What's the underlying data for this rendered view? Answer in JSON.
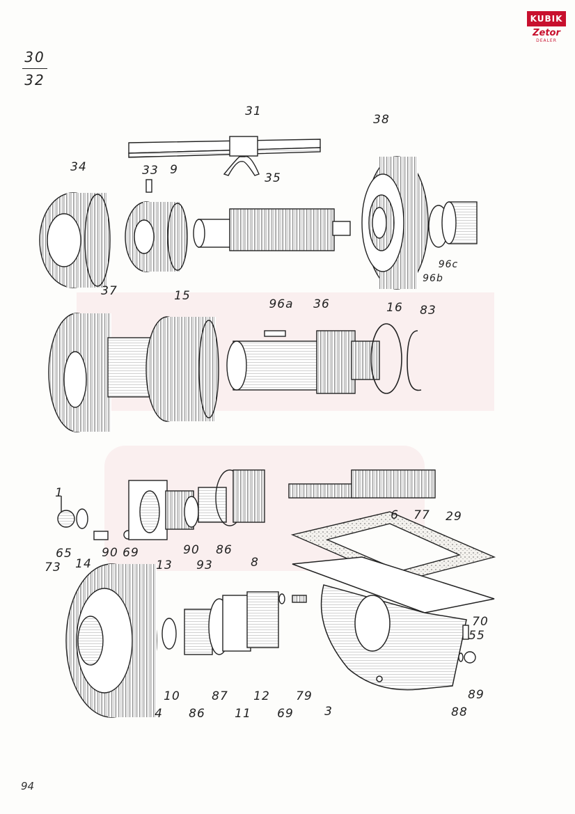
{
  "page": {
    "fraction_top": "30",
    "fraction_bottom": "32",
    "page_number": "94"
  },
  "logo": {
    "top": "KUBIK",
    "brand": "Zetor",
    "sub": "DEALER"
  },
  "labels": {
    "l31": "31",
    "l38": "38",
    "l34": "34",
    "l33": "33",
    "l9": "9",
    "l35": "35",
    "l96c": "96c",
    "l96b": "96b",
    "l37": "37",
    "l15a": "15",
    "l96a": "96a",
    "l36": "36",
    "l16": "16",
    "l83": "83",
    "l1": "1",
    "l65": "65",
    "l14": "14",
    "l90a": "90",
    "l69a": "69",
    "l73": "73",
    "l13": "13",
    "l90b": "90",
    "l93": "93",
    "l86a": "86",
    "l8": "8",
    "l6": "6",
    "l77": "77",
    "l29": "29",
    "l70": "70",
    "l55": "55",
    "l4": "4",
    "l10": "10",
    "l86b": "86",
    "l87": "87",
    "l11": "11",
    "l12": "12",
    "l69b": "69",
    "l79": "79",
    "l3": "3",
    "l88": "88",
    "l89": "89"
  }
}
